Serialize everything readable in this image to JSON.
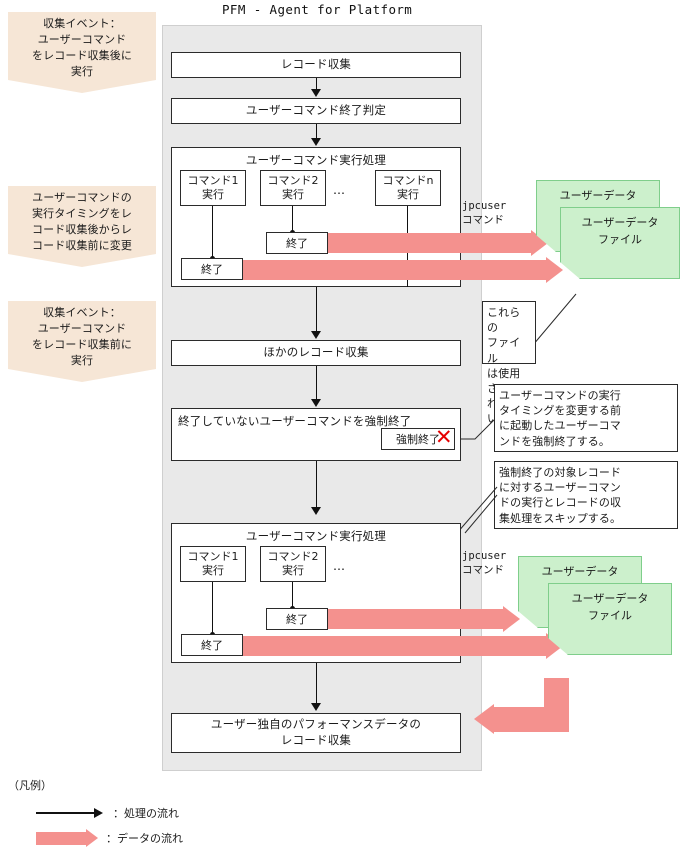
{
  "diagram": {
    "title": "PFM - Agent for Platform",
    "colors": {
      "panel_bg": "#e9e9e9",
      "balloon_bg": "#f6e6d6",
      "file_bg": "#ccf0cc",
      "file_border": "#7fce8b",
      "data_arrow": "#f4918e",
      "x_mark": "#e60000"
    }
  },
  "balloons": [
    {
      "lines": [
        "収集イベント：",
        "ユーザーコマンド",
        "をレコード収集後に",
        "実行"
      ]
    },
    {
      "lines": [
        "ユーザーコマンドの",
        "実行タイミングをレ",
        "コード収集後からレ",
        "コード収集前に変更"
      ]
    },
    {
      "lines": [
        "収集イベント：",
        "ユーザーコマンド",
        "をレコード収集前に",
        "実行"
      ]
    }
  ],
  "flow": {
    "record_collect": "レコード収集",
    "user_command_end_check": "ユーザーコマンド終了判定",
    "exec_group_title": "ユーザーコマンド実行処理",
    "other_record_collect": "ほかのレコード収集",
    "force_terminate_box": "終了していないユーザーコマンドを強制終了",
    "force_terminate_label": "強制終了",
    "x_mark": "✕",
    "own_perf_data": [
      "ユーザー独自のパフォーマンスデータの",
      "レコード収集"
    ]
  },
  "exec_group_1": {
    "title": "ユーザーコマンド実行処理",
    "commands": [
      {
        "name": "コマンド1",
        "action": "実行"
      },
      {
        "name": "コマンド2",
        "action": "実行"
      },
      {
        "name": "コマンドn",
        "action": "実行"
      }
    ],
    "ellipsis": "…",
    "end_label": "終了"
  },
  "exec_group_2": {
    "title": "ユーザーコマンド実行処理",
    "commands": [
      {
        "name": "コマンド1",
        "action": "実行"
      },
      {
        "name": "コマンド2",
        "action": "実行"
      }
    ],
    "ellipsis": "…",
    "end_label": "終了"
  },
  "jpcuser": {
    "label_line1": "jpcuser",
    "label_line2": "コマンド"
  },
  "data_files": {
    "group1": [
      {
        "lines": [
          "ユーザーデータ",
          "ファイル"
        ]
      },
      {
        "lines": [
          "ユーザーデータ",
          "ファイル"
        ]
      }
    ],
    "group2": [
      {
        "lines": [
          "ユーザーデータ",
          "ファイル"
        ]
      },
      {
        "lines": [
          "ユーザーデータ",
          "ファイル"
        ]
      }
    ]
  },
  "notes": [
    {
      "lines": [
        "これらの",
        "ファイル",
        "は使用さ",
        "れない。"
      ]
    },
    {
      "lines": [
        "ユーザーコマンドの実行",
        "タイミングを変更する前",
        "に起動したユーザーコマ",
        "ンドを強制終了する。"
      ]
    },
    {
      "lines": [
        "強制終了の対象レコード",
        "に対するユーザーコマン",
        "ドの実行とレコードの収",
        "集処理をスキップする。"
      ]
    }
  ],
  "legend": {
    "title": "（凡例）",
    "items": [
      {
        "type": "thin-arrow",
        "label": "：処理の流れ"
      },
      {
        "type": "thick-arrow",
        "label": "：データの流れ"
      }
    ]
  }
}
